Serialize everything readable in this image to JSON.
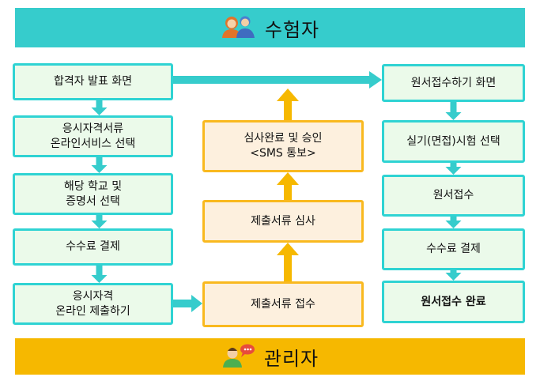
{
  "header": {
    "title": "수험자",
    "icon": "two-people-icon"
  },
  "footer": {
    "title": "관리자",
    "icon": "person-speech-icon"
  },
  "colors": {
    "cyan": "#36cccc",
    "cyan_border": "#2fd3d3",
    "green_fill": "#ebfaea",
    "orange": "#f6b800",
    "orange_border": "#f9b91f",
    "orange_fill": "#fdf0de"
  },
  "left_flow": [
    {
      "lines": [
        "합격자 발표 화면"
      ]
    },
    {
      "lines": [
        "응시자격서류",
        "온라인서비스 선택"
      ]
    },
    {
      "lines": [
        "해당 학교 및",
        "증명서 선택"
      ]
    },
    {
      "lines": [
        "수수료 결제"
      ]
    },
    {
      "lines": [
        "응시자격",
        "온라인 제출하기"
      ]
    }
  ],
  "middle_flow": [
    {
      "lines": [
        "심사완료 및 승인",
        "<SMS 통보>"
      ]
    },
    {
      "lines": [
        "제출서류 심사"
      ]
    },
    {
      "lines": [
        "제출서류 접수"
      ]
    }
  ],
  "right_flow": [
    {
      "lines": [
        "원서접수하기 화면"
      ]
    },
    {
      "lines": [
        "실기(면접)시험 선택"
      ]
    },
    {
      "lines": [
        "원서접수"
      ]
    },
    {
      "lines": [
        "수수료 결제"
      ]
    },
    {
      "lines": [
        "원서접수 완료"
      ]
    }
  ]
}
